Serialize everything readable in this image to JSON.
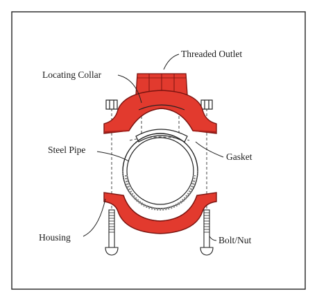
{
  "colors": {
    "housing": "#e23a2e",
    "housing_dark": "#a8201a",
    "line": "#1a1a1a",
    "background": "#ffffff"
  },
  "labels": {
    "threaded_outlet": "Threaded Outlet",
    "locating_collar": "Locating Collar",
    "steel_pipe": "Steel Pipe",
    "gasket": "Gasket",
    "housing": "Housing",
    "bolt_nut": "Bolt/Nut"
  }
}
